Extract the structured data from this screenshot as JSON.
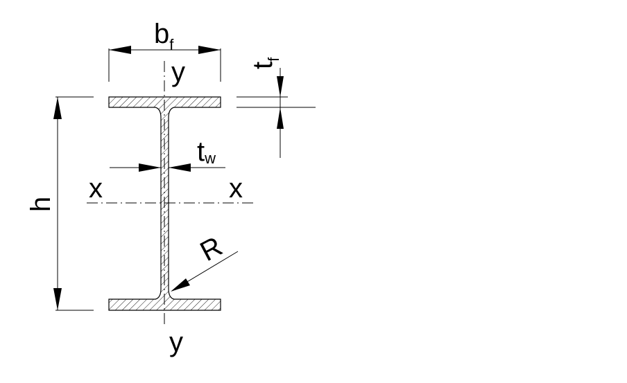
{
  "labels": {
    "bf_main": "b",
    "bf_sub": "f",
    "tf_main": "t",
    "tf_sub": "f",
    "tw_main": "t",
    "tw_sub": "w",
    "h": "h",
    "x_left": "x",
    "x_right": "x",
    "y_top": "y",
    "y_bottom": "y",
    "R": "R"
  },
  "colors": {
    "line": "#000000",
    "hatch": "#000000",
    "background": "#ffffff"
  }
}
